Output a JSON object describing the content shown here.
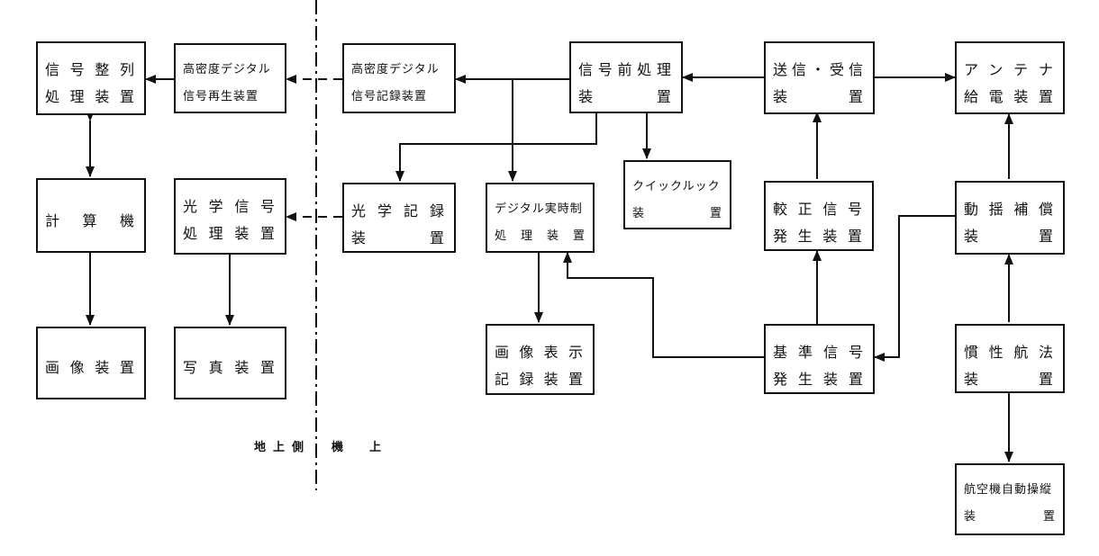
{
  "boxes": {
    "signal_align": [
      "信号整列",
      "処理装置"
    ],
    "hd_playback": [
      "高密度デジタル",
      "信号再生装置"
    ],
    "hd_record": [
      "高密度デジタル",
      "信号記録装置"
    ],
    "signal_preprocess": [
      "信号前処理",
      "装　置"
    ],
    "tx_rx": [
      "送信・受信",
      "装　置"
    ],
    "antenna_feed": [
      "アンテナ",
      "給電装置"
    ],
    "computer": [
      "計算機",
      ""
    ],
    "optical_processing": [
      "光学信号",
      "処理装置"
    ],
    "optical_recording": [
      "光学記録",
      "装　置"
    ],
    "digital_realtime": [
      "デジタル実時制",
      "処理装置"
    ],
    "quicklook": [
      "クイックルック",
      "装　置"
    ],
    "calibration_signal": [
      "較正信号",
      "発生装置"
    ],
    "motion_compensation": [
      "動揺補償",
      "装　置"
    ],
    "image_device": [
      "画像装置",
      ""
    ],
    "photo_device": [
      "写真装置",
      ""
    ],
    "image_display_record": [
      "画像表示",
      "記録装置"
    ],
    "reference_signal": [
      "基準信号",
      "発生装置"
    ],
    "inertial_nav": [
      "慣性航法",
      "装　置"
    ],
    "autopilot": [
      "航空機自動操縦",
      "装　置"
    ]
  },
  "sides": {
    "ground": "地上側",
    "airborne": "機　上"
  }
}
